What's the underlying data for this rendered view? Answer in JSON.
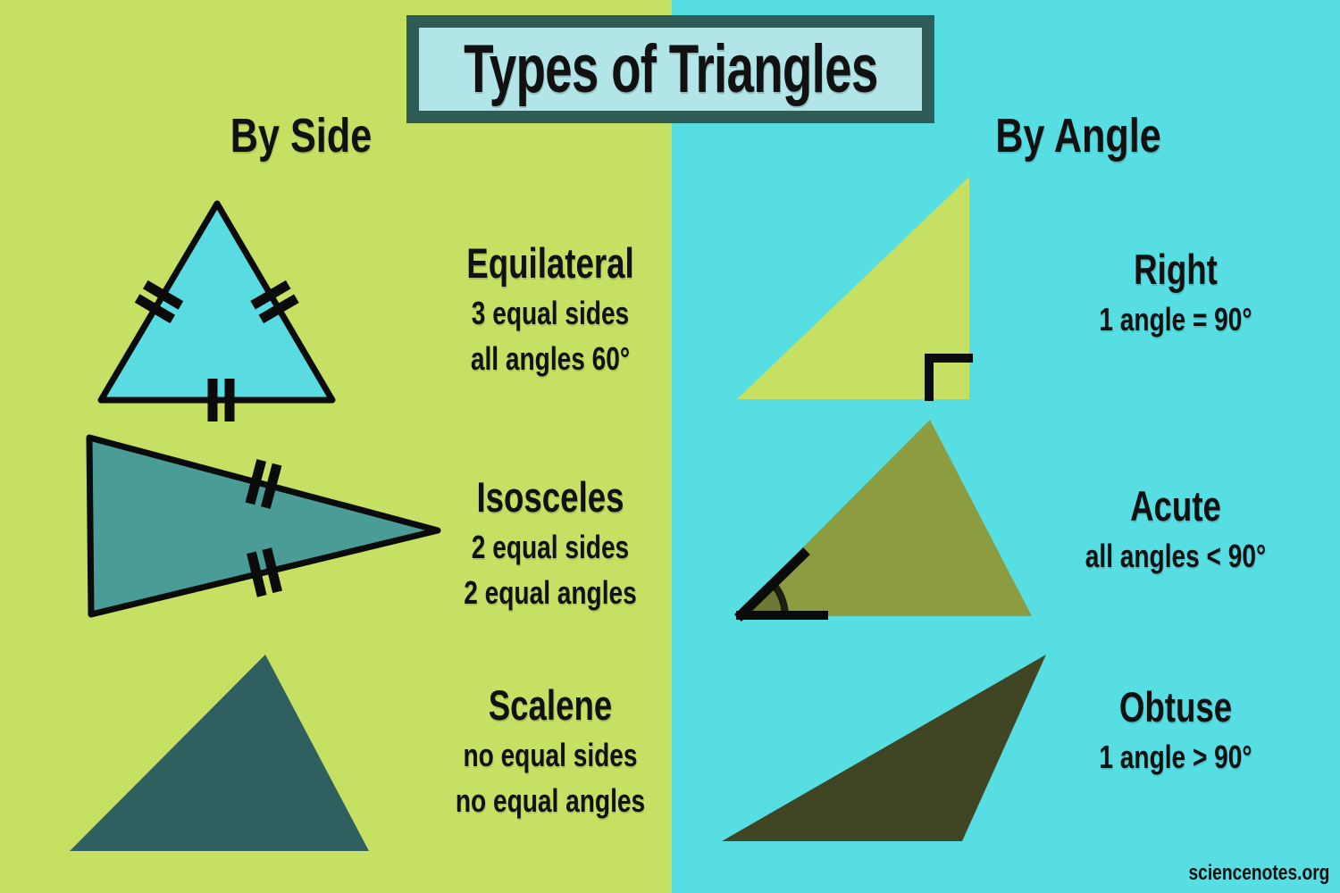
{
  "title": "Types of Triangles",
  "source": "sciencenotes.org",
  "columns": {
    "left": {
      "heading": "By Side",
      "items": [
        {
          "name": "Equilateral",
          "desc1": "3 equal sides",
          "desc2": "all angles 60°"
        },
        {
          "name": "Isosceles",
          "desc1": "2 equal sides",
          "desc2": "2 equal angles"
        },
        {
          "name": "Scalene",
          "desc1": "no equal sides",
          "desc2": "no equal angles"
        }
      ]
    },
    "right": {
      "heading": "By Angle",
      "items": [
        {
          "name": "Right",
          "desc1": "1 angle = 90°"
        },
        {
          "name": "Acute",
          "desc1": "all angles < 90°"
        },
        {
          "name": "Obtuse",
          "desc1": "1 angle > 90°"
        }
      ]
    }
  },
  "colors": {
    "left_bg": "#c5e063",
    "right_bg": "#56dee2",
    "title_box_border": "#305c58",
    "title_box_bg": "#b1e5e8",
    "equilateral_fill": "#58dce2",
    "isosceles_fill": "#4a9d96",
    "scalene_fill": "#2f5f5e",
    "right_triangle_fill": "#c5e063",
    "acute_fill": "#8c9c41",
    "obtuse_fill": "#404523",
    "ink": "#0b0b0b",
    "text": "#111111"
  }
}
